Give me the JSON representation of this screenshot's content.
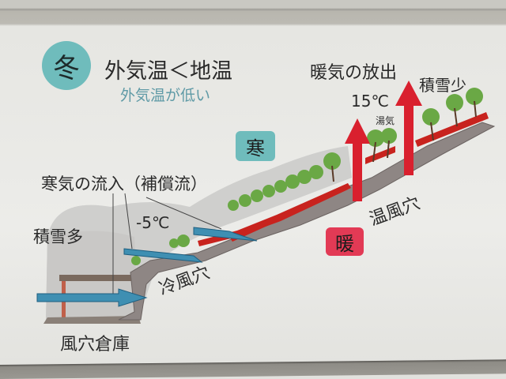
{
  "diagram": {
    "season_badge": "冬",
    "title": "外気温＜地温",
    "subtitle": "外気温が低い",
    "cold_tag": "寒",
    "warm_tag": "暖",
    "labels": {
      "cold_inflow": "寒気の流入（補償流）",
      "heavy_snow": "積雪多",
      "cold_temp": "-5℃",
      "cold_hole": "冷風穴",
      "storage": "風穴倉庫",
      "warm_release": "暖気の放出",
      "light_snow": "積雪少",
      "warm_temp": "15℃",
      "steam": "湯気",
      "warm_hole": "温風穴"
    },
    "colors": {
      "badge_teal": "#6fbcbc",
      "cold_arrow": "#3f8fb2",
      "warm_arrow": "#d9202e",
      "warm_tag": "#e23a55",
      "soil_red": "#c8231e",
      "tree_green": "#6aa845"
    }
  }
}
